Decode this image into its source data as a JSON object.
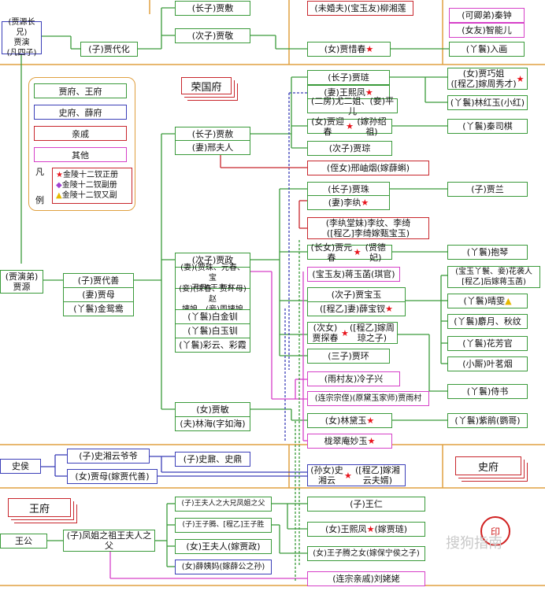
{
  "banners": {
    "rongguo": "荣国府",
    "shi": "史府",
    "wang": "王府"
  },
  "legend": {
    "jia_wang": "贾府、王府",
    "shi_xue": "史府、薛府",
    "relatives": "亲戚",
    "others": "其他",
    "fan": "凡",
    "li": "例",
    "key_main": "金陵十二钗正册",
    "key_sub": "金陵十二钗副册",
    "key_extra": "金陵十二钗又副"
  },
  "nodes": {
    "jia_yan": "(贾源长兄)\n贾演\n(凡四子)",
    "jia_daihua": "(子)贾代化",
    "jia_fu": "(长子)贾敷",
    "jia_jing": "(次子)贾敬",
    "liu_xianglian": "(未婚夫)(宝玉友)柳湘莲",
    "qin_zhong": "(可卿弟)秦钟",
    "zhineng": "(女友)智能儿",
    "xichun": "(女)贾惜春",
    "ruhua": "(丫鬟)入画",
    "jia_lian": "(长子)贾琏",
    "wang_xifeng_wife": "(妻)王熙凤",
    "you_erjie": "(二房)尤二姐、(妾)平儿",
    "qiaojie": "(女)贾巧姐\n([程乙]嫁周秀才)",
    "lin_hongyu": "(丫鬟)林红玉(小红)",
    "jia_she": "(长子)贾赦",
    "xing_furen": "(妻)邢夫人",
    "yingchun": "(女)贾迎春",
    "yingchun_note": "(嫁孙绍祖)",
    "siqi": "(丫鬟)秦司棋",
    "jia_cong": "(次子)贾琮",
    "xing_xiuyan": "(侄女)邢岫烟(嫁薛蝌)",
    "jia_zhu": "(长子)贾珠",
    "li_wan": "(妻)李纨",
    "jia_lan": "(子)贾兰",
    "li_sisters": "(李纨堂妹)李纹、李绮\n([程乙]李绮嫁甄宝玉)",
    "yuanchun": "(长女)贾元春",
    "yuanchun_note": "(贤德妃)",
    "baoqin": "(丫鬟)抱琴",
    "jiang_yuhan": "(宝玉友)蒋玉菡(琪官)",
    "huaxiren": "(宝玉丫鬟、妾)花袭人\n[程乙]后嫁蒋玉菡)",
    "qingwen": "(丫鬟)晴雯",
    "sheyue": "(丫鬟)麝月、秋纹",
    "fangguan": "(丫鬟)花芳官",
    "mingyan": "(小厮)叶茗烟",
    "jia_yuan": "(贾演弟)\n贾源",
    "jia_daishan": "(子)贾代善",
    "jia_mu_wife": "(妻)贾母",
    "yuanyang": "(丫鬟)金鸳鸯",
    "jia_zheng": "(次子)贾政",
    "wang_furen": "(妻)(贾珠、元春、宝\n玉母)王夫人",
    "zhao_yiniang": "(妾)(探春、贾环母)赵\n姨娘、(妾)周姨娘",
    "baichuan": "(丫鬟)白金钏",
    "baiyu": "(丫鬟)白玉钏",
    "caiyun": "(丫鬟)彩云、彩霞",
    "baoyu": "(次子)贾宝玉",
    "baochai": "([程乙]妻)薛宝钗",
    "tanchun": "(次女)贾探春",
    "tanchun_note": "([程乙]嫁周琼之子)",
    "jia_huan": "(三子)贾环",
    "leng_zixing": "(雨村友)冷子兴",
    "jia_yucun": "(连宗宗侄)(原黛玉家师)贾雨村",
    "shishu": "(丫鬟)侍书",
    "jia_min": "(女)贾敏",
    "lin_ruhai": "(夫)林海(字如海)",
    "daiyu": "(女)林黛玉",
    "zijuan": "(丫鬟)紫鹃(鹦哥)",
    "miaoyu": "栊翠庵妙玉",
    "shihou": "史侯",
    "shi_grandpa": "(子)史湘云爷爷",
    "jia_mu_shi": "(女)贾母(嫁贾代善)",
    "shi_ding": "(子)史鼐、史鼎",
    "shi_xiangyun": "(孙女)史湘云",
    "xiangyun_note": "([程乙]嫁湘云夫婿)",
    "wang_gong": "王公",
    "fengjie_grandpa": "(子)凤姐之祖王夫人之\n父",
    "wang_father": "(子)王夫人之大兄凤姐之父",
    "wang_ziteng": "(子)王子腾、[程乙]王子胜",
    "wang_furen_marry": "(女)王夫人(嫁贾政)",
    "xue_yima": "(女)薛姨妈(嫁薛公之孙)",
    "wang_ren": "(子)王仁",
    "wang_xifeng_daughter": "(女)王熙凤",
    "xifeng_note": "(嫁贾琏)",
    "ziteng_daughter": "(女)王子腾之女(嫁保宁侯之子)",
    "liu_laolao": "(连宗亲戚)刘姥姥"
  },
  "stars": {
    "main": "★",
    "sub": "◆",
    "extra": "▲"
  },
  "watermark": "搜狗指南",
  "seal": "印",
  "colors": {
    "jia_wang": "#3a9a3a",
    "shi_xue": "#3b3fb8",
    "relatives": "#c8262c",
    "others": "#d640c8",
    "frame": "#e0a040"
  }
}
